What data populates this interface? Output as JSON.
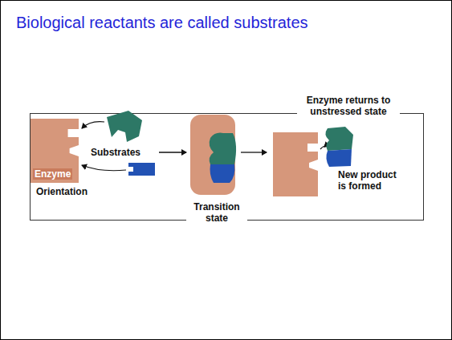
{
  "diagram": {
    "title": "Biological reactants are called substrates",
    "nodes": [
      {
        "text": [
          "Enzyme"
        ]
      }
    ],
    "labels": [
      "Enzyme returns to unstressed state",
      "Substrates",
      "New product is formed",
      "Orientation",
      "Transition state"
    ]
  }
}
